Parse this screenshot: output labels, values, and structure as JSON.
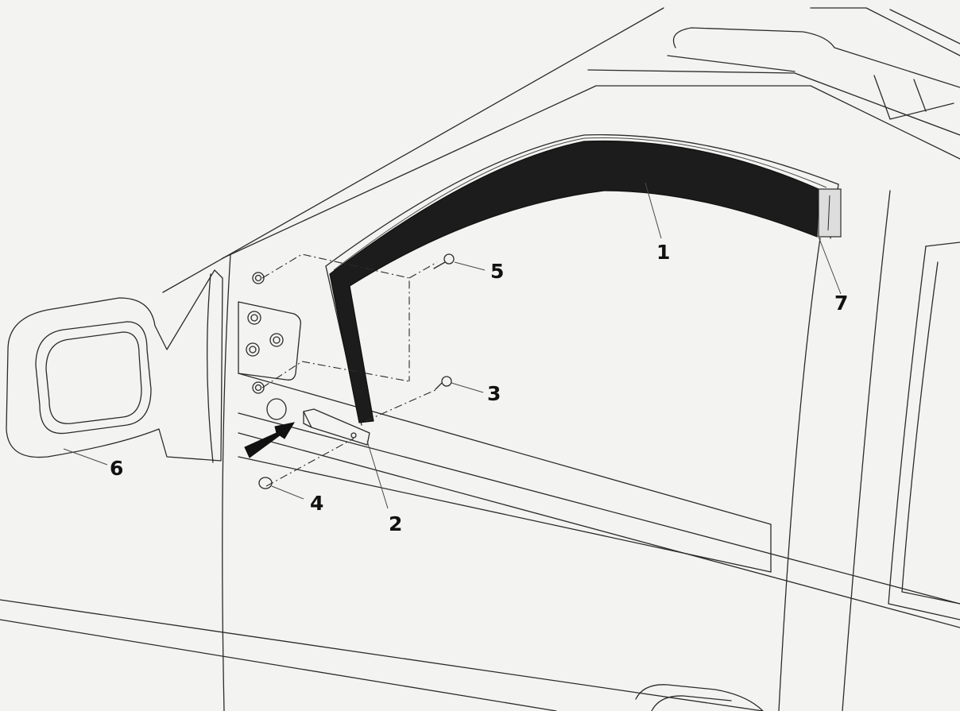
{
  "callouts": {
    "c1": "1",
    "c2": "2",
    "c3": "3",
    "c4": "4",
    "c5": "5",
    "c6": "6",
    "c7": "7"
  },
  "colors": {
    "paper": "#f3f3f1",
    "ink": "#2b2b2b",
    "deflector": "#1c1c1c"
  },
  "icons": {
    "assembly_direction": "arrow-right-icon"
  }
}
